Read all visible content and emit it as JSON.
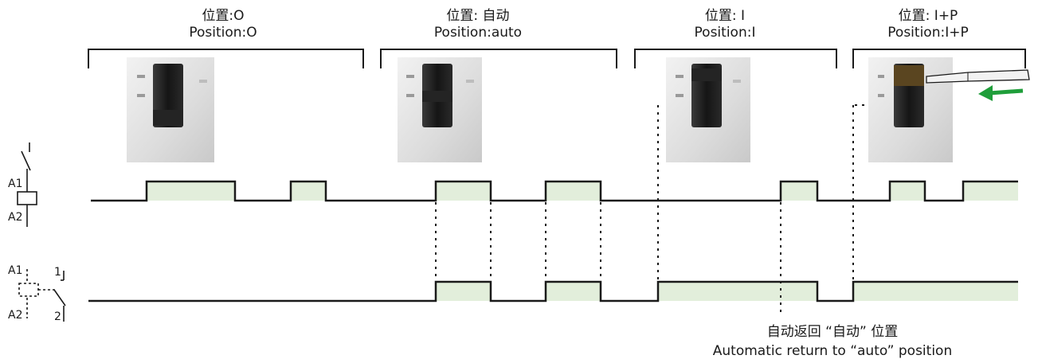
{
  "positions": [
    {
      "cn": "位置:O",
      "en": "Position:O"
    },
    {
      "cn": "位置: 自动",
      "en": "Position:auto"
    },
    {
      "cn": "位置: I",
      "en": "Position:I"
    },
    {
      "cn": "位置: I+P",
      "en": "Position:I+P"
    }
  ],
  "coil_labels": {
    "a1": "A1",
    "a2": "A2"
  },
  "contact_labels": {
    "a1": "A1",
    "a2": "A2",
    "n1": "1",
    "n2": "2"
  },
  "annotation": {
    "cn": "自动返回 “自动” 位置",
    "en": "Automatic return to “auto” position"
  },
  "colors": {
    "pulse_fill": "#e2eedb",
    "line": "#1a1a1a",
    "arrow": "#1f9e3a"
  },
  "icons": [
    "switch-photo-off",
    "switch-photo-auto",
    "switch-photo-on",
    "switch-photo-on-permanent",
    "green-arrow-icon"
  ]
}
